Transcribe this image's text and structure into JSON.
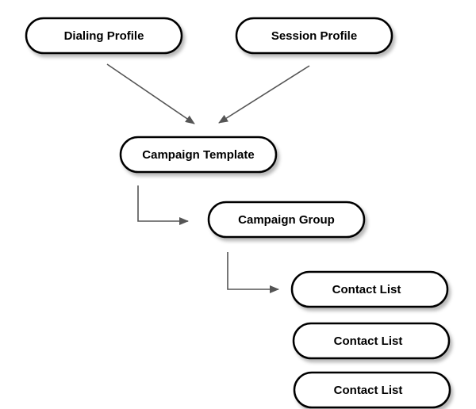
{
  "nodes": {
    "dialing_profile": "Dialing Profile",
    "session_profile": "Session Profile",
    "campaign_template": "Campaign Template",
    "campaign_group": "Campaign Group",
    "contact_list_1": "Contact List",
    "contact_list_2": "Contact List",
    "contact_list_3": "Contact List"
  },
  "edges": [
    {
      "from": "dialing_profile",
      "to": "campaign_template"
    },
    {
      "from": "session_profile",
      "to": "campaign_template"
    },
    {
      "from": "campaign_template",
      "to": "campaign_group"
    },
    {
      "from": "campaign_group",
      "to": "contact_list_1"
    }
  ],
  "colors": {
    "node_border": "#000000",
    "node_fill": "#ffffff",
    "edge": "#555555",
    "shadow": "#bfbfbf"
  }
}
